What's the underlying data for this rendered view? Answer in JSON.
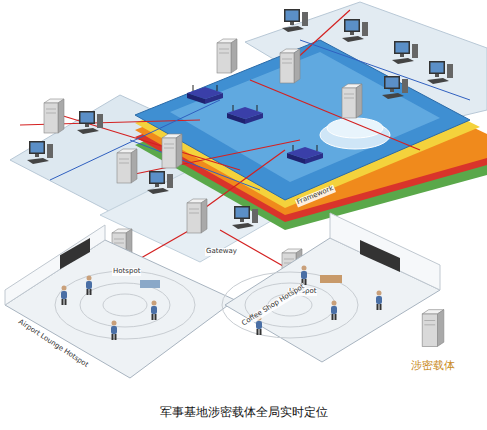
{
  "diagram": {
    "caption": "军事基地涉密载体全局实时定位",
    "labels": [
      "Gateway",
      "Hotspot",
      "Hotspot",
      "Framework",
      "Airport Lounge Hotspot",
      "Coffee Shop Hotspot"
    ],
    "legend": [
      {
        "text": "涉密载体"
      }
    ]
  }
}
